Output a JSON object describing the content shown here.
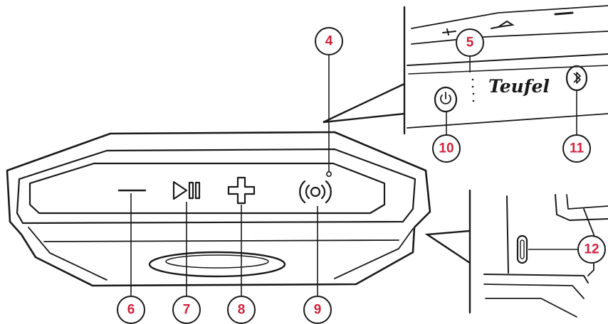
{
  "colors": {
    "accent": "#d2233c",
    "line": "#1a1a1a",
    "background": "#ffffff"
  },
  "brand": {
    "name": "Teufel"
  },
  "callouts": [
    {
      "id": "c4",
      "number": "4",
      "target": "status-led"
    },
    {
      "id": "c5",
      "number": "5",
      "target": "battery-led-indicator"
    },
    {
      "id": "c6",
      "number": "6",
      "target": "volume-down-button"
    },
    {
      "id": "c7",
      "number": "7",
      "target": "play-pause-button"
    },
    {
      "id": "c8",
      "number": "8",
      "target": "volume-up-button"
    },
    {
      "id": "c9",
      "number": "9",
      "target": "party-mode-button"
    },
    {
      "id": "c10",
      "number": "10",
      "target": "power-button"
    },
    {
      "id": "c11",
      "number": "11",
      "target": "bluetooth-button"
    },
    {
      "id": "c12",
      "number": "12",
      "target": "usb-c-port"
    }
  ],
  "icons": {
    "volume_down": "minus-icon",
    "play_pause": "play-pause-icon",
    "volume_up": "plus-icon",
    "party": "wireless-link-icon",
    "power": "power-icon",
    "bluetooth": "bluetooth-icon",
    "usb": "usb-c-port-icon"
  }
}
